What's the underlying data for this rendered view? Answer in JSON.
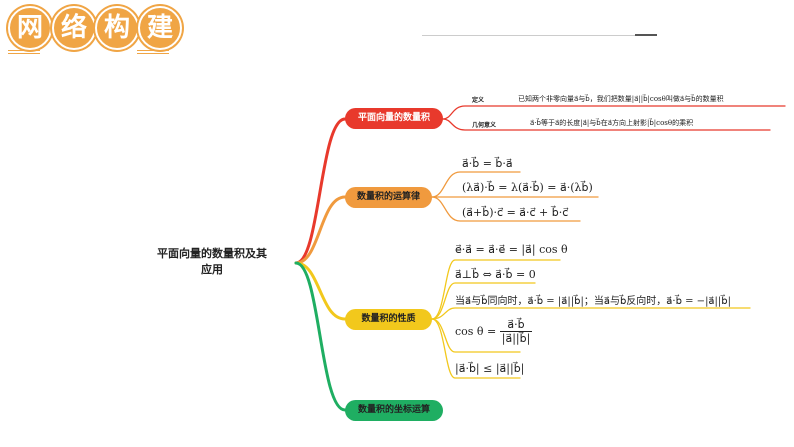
{
  "header": {
    "title_chars": [
      "网",
      "络",
      "构",
      "建"
    ]
  },
  "root": {
    "line1": "平面向量的数量积及其",
    "line2": "应用"
  },
  "branches": {
    "definition": {
      "label": "平面向量的数量积",
      "color": "#e8392c",
      "items": [
        {
          "tag": "定义",
          "text": "已知两个非零向量a⃗与b⃗，我们把数量|a⃗||b⃗|cosθ叫做a⃗与b⃗的数量积"
        },
        {
          "tag": "几何意义",
          "text": "a⃗·b⃗等于a⃗的长度|a⃗|与b⃗在a⃗方向上射影|b⃗|cosθ的乘积"
        }
      ]
    },
    "laws": {
      "label": "数量积的运算律",
      "color": "#f09a3e",
      "items": [
        "a⃗·b⃗ = b⃗·a⃗",
        "(λa⃗)·b⃗ = λ(a⃗·b⃗) = a⃗·(λb⃗)",
        "(a⃗+b⃗)·c⃗ = a⃗·c⃗ + b⃗·c⃗"
      ]
    },
    "properties": {
      "label": "数量积的性质",
      "color": "#f2c81c",
      "items": [
        "e⃗·a⃗ = a⃗·e⃗ = |a⃗| cos θ",
        "a⃗⊥b⃗ ⇔ a⃗·b⃗ = 0",
        "当a⃗与b⃗同向时，a⃗·b⃗ = |a⃗||b⃗|；当a⃗与b⃗反向时，a⃗·b⃗ = −|a⃗||b⃗|",
        "|a⃗·b⃗| ≤ |a⃗||b⃗|"
      ],
      "cos": {
        "lhs": "cos θ =",
        "num": "a⃗·b⃗",
        "den": "|a⃗||b⃗|"
      }
    },
    "coords": {
      "label": "数量积的坐标运算",
      "color": "#1fae62"
    }
  }
}
